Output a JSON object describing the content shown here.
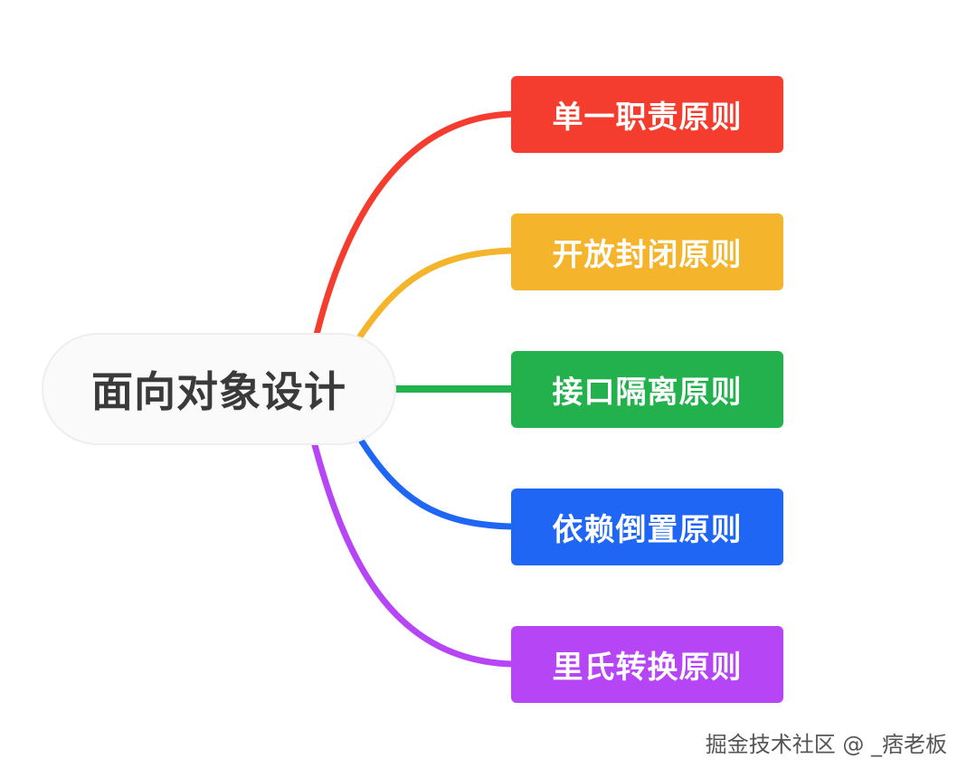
{
  "root": {
    "label": "面向对象设计"
  },
  "branches": [
    {
      "label": "单一职责原则",
      "color": "#f53d2f"
    },
    {
      "label": "开放封闭原则",
      "color": "#f4b42b"
    },
    {
      "label": "接口隔离原则",
      "color": "#23b14d"
    },
    {
      "label": "依赖倒置原则",
      "color": "#1f66f5"
    },
    {
      "label": "里氏转换原则",
      "color": "#b545f5"
    }
  ],
  "watermark": "掘金技术社区 @ _痞老板"
}
